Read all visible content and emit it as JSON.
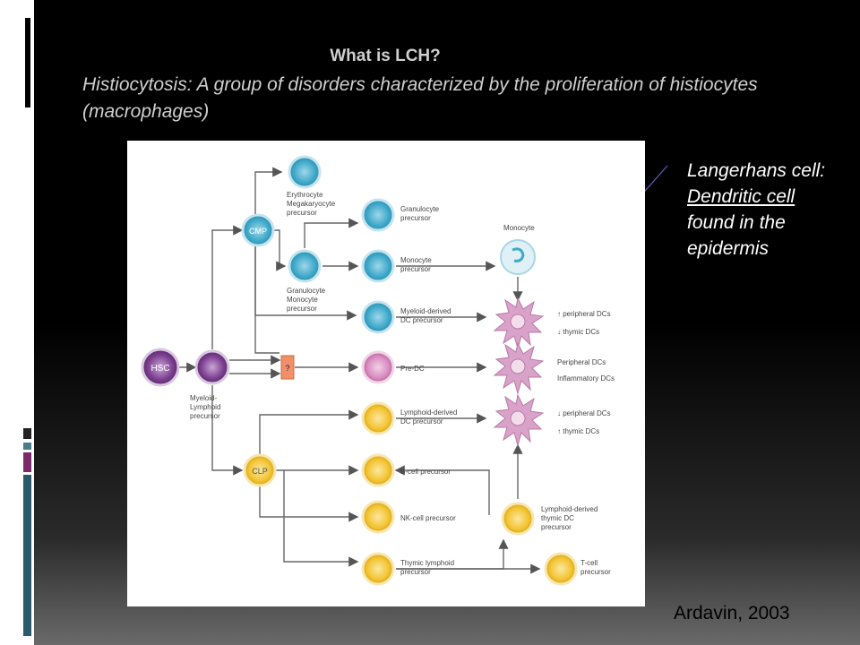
{
  "slide": {
    "title": "What is LCH?",
    "subtitle_line1": "Histiocytosis: A group of disorders characterized by the proliferation of histiocytes",
    "subtitle_line2": "(macrophages)",
    "callout_line1": "Langerhans cell:",
    "callout_line2": "Dendritic cell",
    "callout_line3": "found in the",
    "callout_line4": "epidermis",
    "credit": "Ardavin, 2003"
  },
  "diagram": {
    "hsc": "HSC",
    "cmp": "CMP",
    "clp": "CLP",
    "question": "?",
    "myeloid_lymphoid": [
      "Myeloid-",
      "Lymphoid",
      "precursor"
    ],
    "erythrocyte": [
      "Erythrocyte",
      "Megakaryocyte",
      "precursor"
    ],
    "granulocyte_monocyte": [
      "Granulocyte",
      "Monocyte",
      "precursor"
    ],
    "granulocyte": [
      "Granulocyte",
      "precursor"
    ],
    "monocyte_precursor": [
      "Monocyte",
      "precursor"
    ],
    "myeloid_dc": [
      "Myeloid-derived",
      "DC precursor"
    ],
    "pre_dc": "Pre-DC",
    "lymphoid_dc": [
      "Lymphoid-derived",
      "DC precursor"
    ],
    "bcell": "B-cell precursor",
    "nkcell": "NK-cell precursor",
    "thymic_lymphoid": [
      "Thymic lymphoid",
      "precursor"
    ],
    "monocyte": "Monocyte",
    "dc1": [
      "↑ peripheral DCs",
      "↓ thymic DCs"
    ],
    "dc2": [
      "Peripheral DCs",
      "Inflammatory DCs"
    ],
    "dc3": [
      "↓ peripheral DCs",
      "↑ thymic DCs"
    ],
    "thymic_dc": [
      "Lymphoid-derived",
      "thymic DC",
      "precursor"
    ],
    "tcell": [
      "T-cell",
      "precursor"
    ]
  },
  "colors": {
    "blue_cell": "#3fa9c9",
    "purple_cell": "#7b3f8f",
    "pink_cell": "#d98cc0",
    "yellow_cell": "#f3c433",
    "dc_body": "#d9a2c8"
  }
}
